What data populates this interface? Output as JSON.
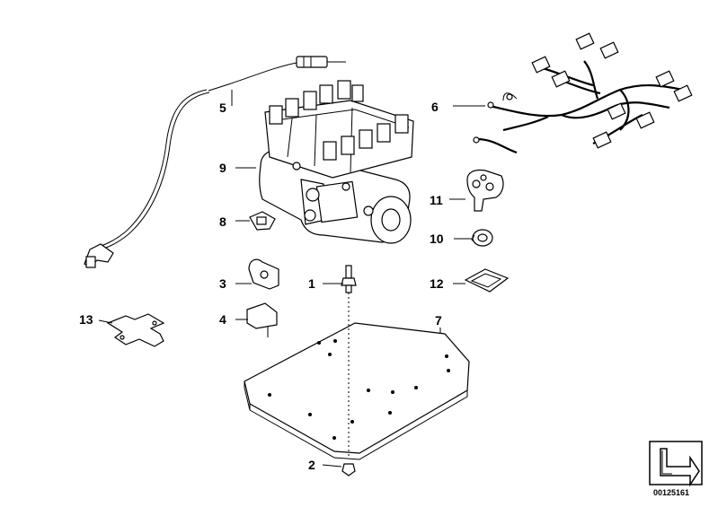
{
  "callouts": {
    "c1": "1",
    "c2": "2",
    "c3": "3",
    "c4": "4",
    "c5": "5",
    "c6": "6",
    "c7": "7",
    "c8": "8",
    "c9": "9",
    "c10": "10",
    "c11": "11",
    "c12": "12",
    "c13": "13"
  },
  "document_number": "00125161",
  "icons": {
    "corner": "arrow-folder-icon"
  }
}
